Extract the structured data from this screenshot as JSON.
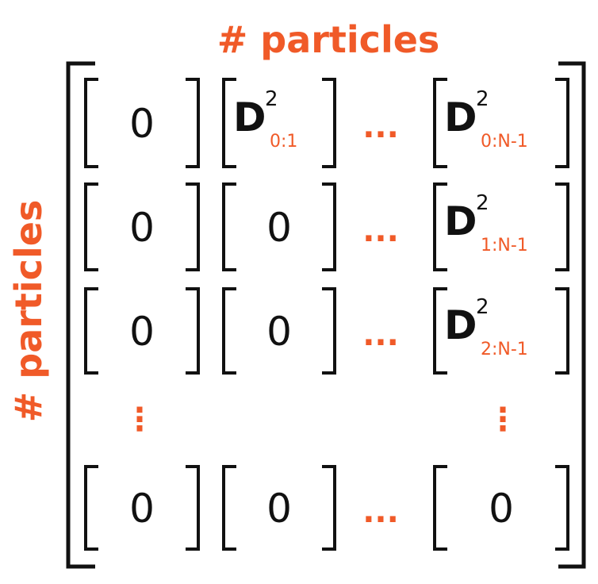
{
  "labels": {
    "top": "# particles",
    "left": "# particles"
  },
  "colors": {
    "accent": "#f05a28",
    "ink": "#111111"
  },
  "matrix": {
    "rows": [
      [
        {
          "kind": "zero",
          "text": "0"
        },
        {
          "kind": "D",
          "text": "D",
          "sup": "2",
          "sub": "0:1"
        },
        {
          "kind": "dots",
          "text": "..."
        },
        {
          "kind": "D",
          "text": "D",
          "sup": "2",
          "sub": "0:N-1"
        }
      ],
      [
        {
          "kind": "zero",
          "text": "0"
        },
        {
          "kind": "zero",
          "text": "0"
        },
        {
          "kind": "dots",
          "text": "..."
        },
        {
          "kind": "D",
          "text": "D",
          "sup": "2",
          "sub": "1:N-1"
        }
      ],
      [
        {
          "kind": "zero",
          "text": "0"
        },
        {
          "kind": "zero",
          "text": "0"
        },
        {
          "kind": "dots",
          "text": "..."
        },
        {
          "kind": "D",
          "text": "D",
          "sup": "2",
          "sub": "2:N-1"
        }
      ],
      [
        {
          "kind": "vdots",
          "text": "⋮"
        },
        {
          "kind": "empty"
        },
        {
          "kind": "empty"
        },
        {
          "kind": "vdots",
          "text": "⋮"
        }
      ],
      [
        {
          "kind": "zero",
          "text": "0"
        },
        {
          "kind": "zero",
          "text": "0"
        },
        {
          "kind": "dots",
          "text": "..."
        },
        {
          "kind": "zero",
          "text": "0"
        }
      ]
    ]
  }
}
